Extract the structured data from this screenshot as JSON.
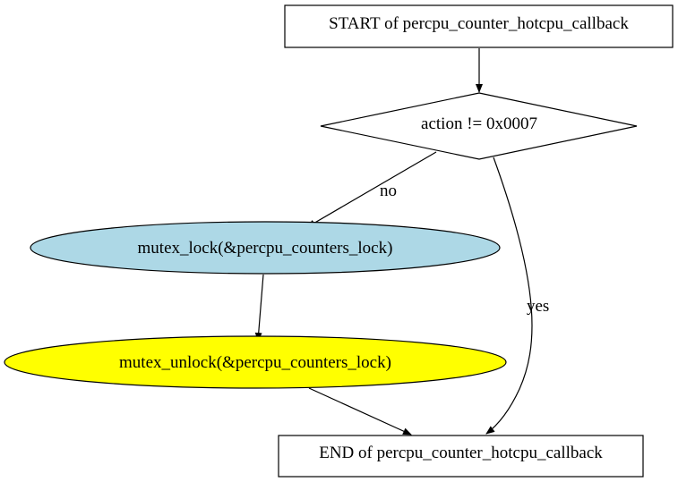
{
  "nodes": {
    "start": {
      "label": "START of percpu_counter_hotcpu_callback",
      "shape": "box",
      "fill": "#ffffff"
    },
    "decision": {
      "label": "action != 0x0007",
      "shape": "diamond",
      "fill": "#ffffff"
    },
    "lock": {
      "label": "mutex_lock(&percpu_counters_lock)",
      "shape": "ellipse",
      "fill": "#add8e6"
    },
    "unlock": {
      "label": "mutex_unlock(&percpu_counters_lock)",
      "shape": "ellipse",
      "fill": "#ffff00"
    },
    "end": {
      "label": "END of percpu_counter_hotcpu_callback",
      "shape": "box",
      "fill": "#ffffff"
    }
  },
  "edges": {
    "start_to_decision": {
      "from": "start",
      "to": "decision",
      "label": ""
    },
    "decision_no": {
      "from": "decision",
      "to": "lock",
      "label": "no"
    },
    "decision_yes": {
      "from": "decision",
      "to": "end",
      "label": "yes"
    },
    "lock_to_unlock": {
      "from": "lock",
      "to": "unlock",
      "label": ""
    },
    "unlock_to_end": {
      "from": "unlock",
      "to": "end",
      "label": ""
    }
  },
  "colors": {
    "stroke": "#000000",
    "lock_fill": "#add8e6",
    "unlock_fill": "#ffff00"
  }
}
